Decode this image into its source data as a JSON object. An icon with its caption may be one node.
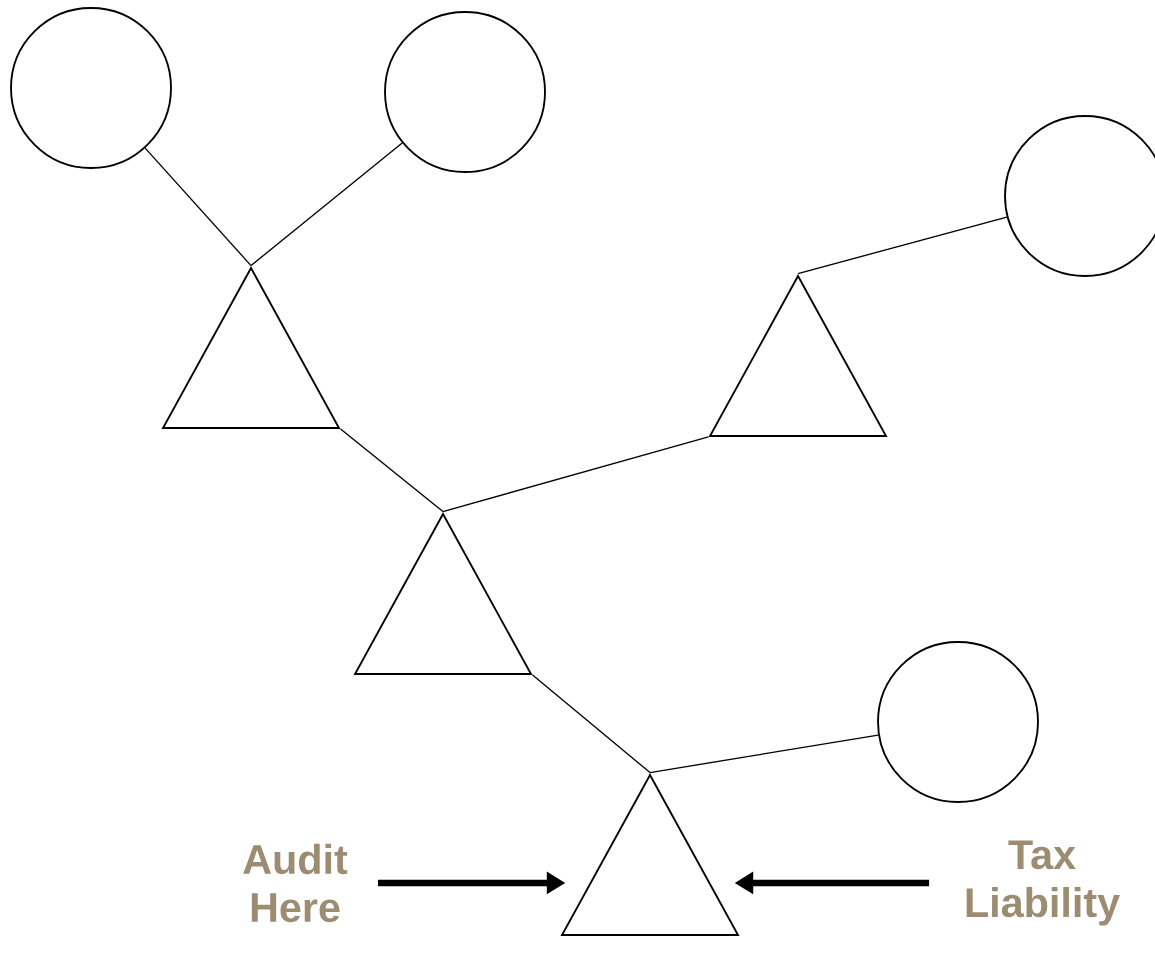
{
  "diagram": {
    "nodes": [
      {
        "text": [],
        "shape": "circle"
      },
      {
        "text": [],
        "shape": "circle"
      },
      {
        "text": [],
        "shape": "circle"
      },
      {
        "text": [],
        "shape": "triangle"
      },
      {
        "text": [],
        "shape": "triangle"
      },
      {
        "text": [],
        "shape": "triangle"
      },
      {
        "text": [],
        "shape": "circle"
      },
      {
        "text": [],
        "shape": "triangle"
      },
      {
        "text": [
          "Audit Here"
        ]
      },
      {
        "text": [
          "Tax Liability"
        ]
      }
    ],
    "edges": [
      {
        "from": 0,
        "to": 3,
        "arrow": "none"
      },
      {
        "from": 1,
        "to": 3,
        "arrow": "none"
      },
      {
        "from": 2,
        "to": 4,
        "arrow": "none"
      },
      {
        "from": 3,
        "to": 5,
        "arrow": "none"
      },
      {
        "from": 4,
        "to": 5,
        "arrow": "none"
      },
      {
        "from": 5,
        "to": 7,
        "arrow": "none"
      },
      {
        "from": 6,
        "to": 7,
        "arrow": "none"
      },
      {
        "from": 8,
        "to": 7,
        "arrow": "to",
        "style": "thick"
      },
      {
        "from": 9,
        "to": 7,
        "arrow": "to",
        "style": "thick"
      }
    ]
  }
}
